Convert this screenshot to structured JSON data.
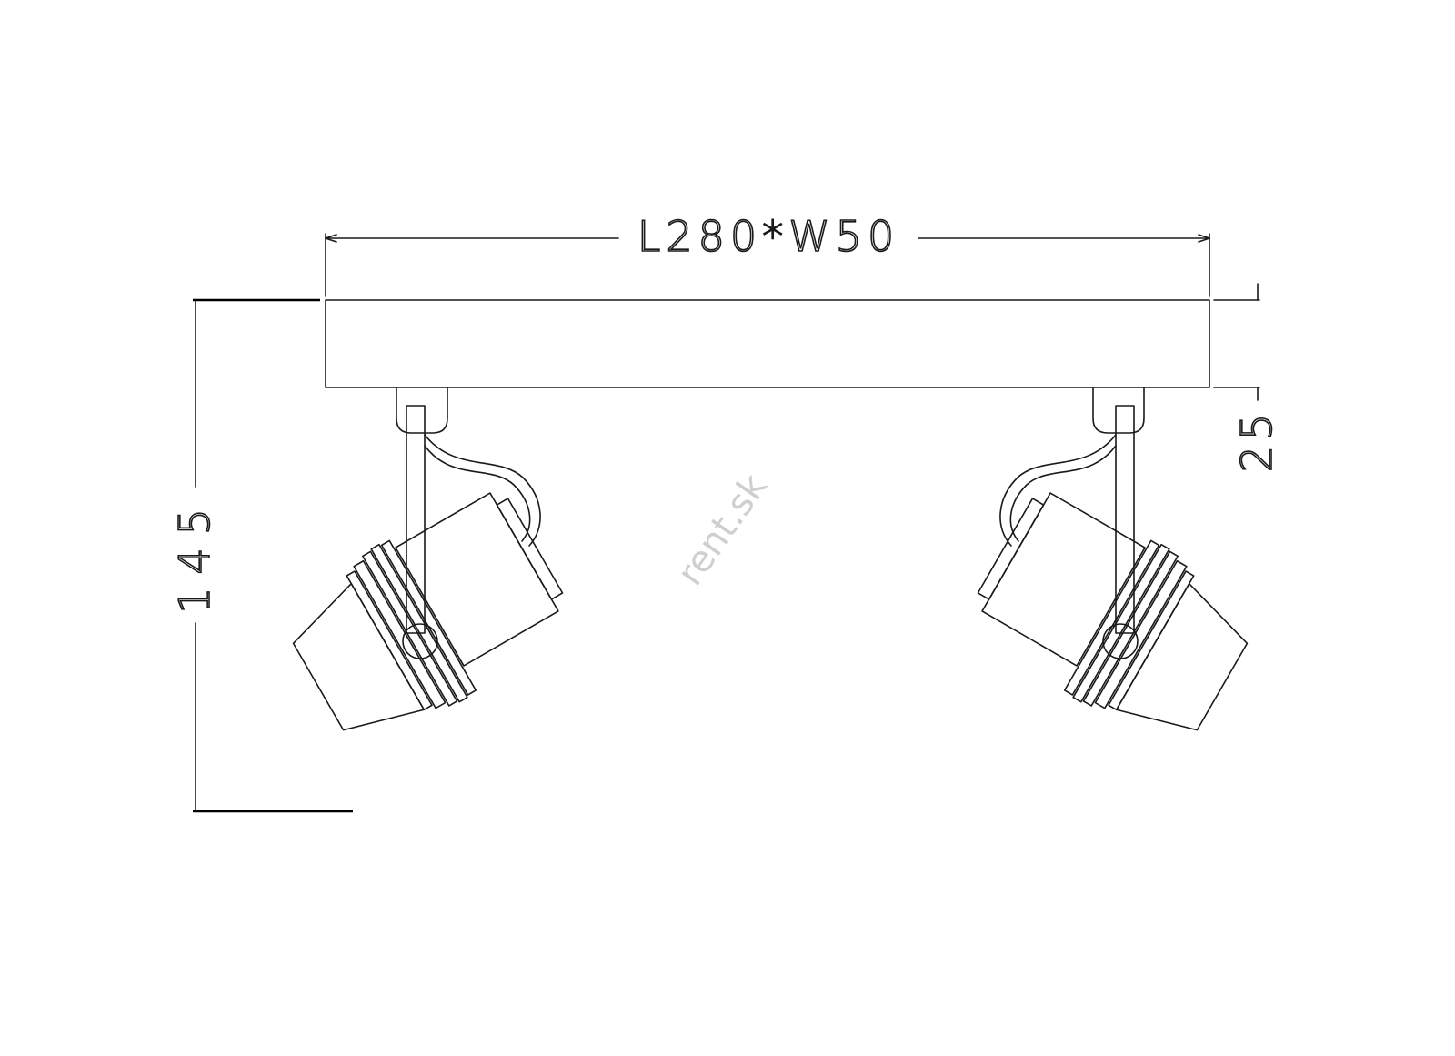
{
  "dimensions": {
    "length_width": "L280*W50",
    "height_total": "145",
    "base_height": "25"
  },
  "watermark": "rent.sk",
  "colors": {
    "line": "#1a1a1a",
    "watermark": "#cfcfcf",
    "background": "#ffffff"
  }
}
